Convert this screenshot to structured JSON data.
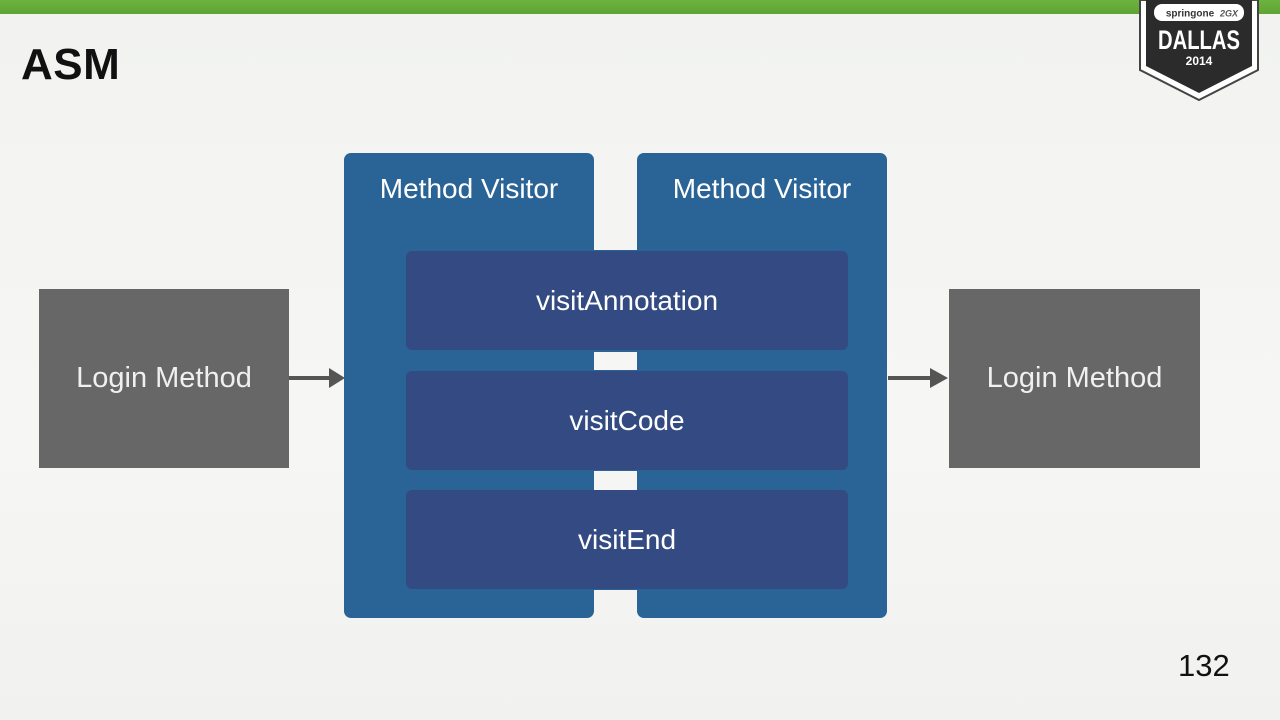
{
  "slide": {
    "title": "ASM",
    "page_number": "132"
  },
  "badge": {
    "brand": "springone",
    "tag": "2GX",
    "city": "DALLAS",
    "year": "2014"
  },
  "diagram": {
    "input_box": "Login Method",
    "output_box": "Login Method",
    "visitors": [
      "Method Visitor",
      "Method Visitor"
    ],
    "methods": [
      "visitAnnotation",
      "visitCode",
      "visitEnd"
    ]
  },
  "colors": {
    "top_bar": "#6db33f",
    "grey_box": "#676767",
    "visitor_blue": "#2a6496",
    "method_navy": "#334b82",
    "arrow": "#555555"
  }
}
